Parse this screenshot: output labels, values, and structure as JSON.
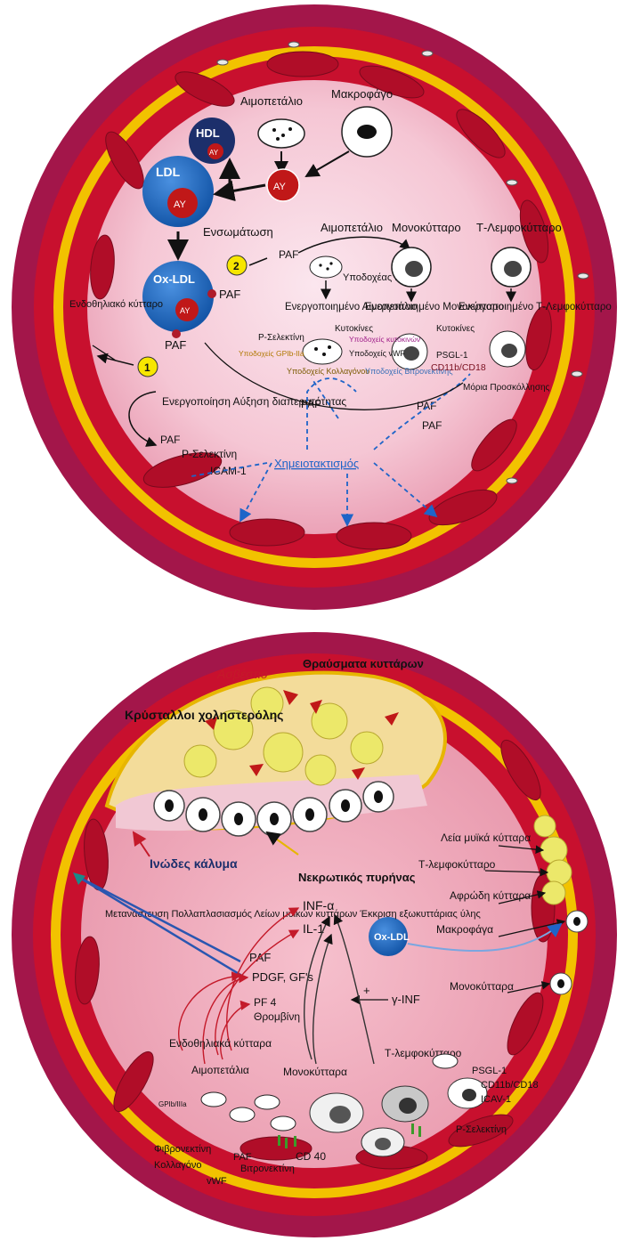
{
  "top": {
    "labels": {
      "platelet": "Αιμοπετάλιο",
      "macrophage": "Μακροφάγο",
      "hdl": "HDL",
      "ldl": "LDL",
      "ay": "ΑΥ",
      "incorporation": "Ενσωμάτωση",
      "ox_ldl": "Ox-LDL",
      "paf": "PAF",
      "endothelial_cell": "Ενδοθηλιακό κύτταρο",
      "num1": "1",
      "num2": "2",
      "platelet2": "Αιμοπετάλιο",
      "monocyte": "Μονοκύτταρο",
      "t_lymph": "Τ-Λεμφοκύτταρο",
      "paf_receptor": "Υποδοχέας PAF",
      "act_platelet": "Ενεργοποιημένο Αιμοπετάλιο",
      "act_monocyte": "Ενεργοποιημένο Μονοκύτταρο",
      "act_tlymph": "Ενεργοποιημένο Τ-Λεμφοκύτταρο",
      "p_selectin": "P-Σελεκτίνη",
      "cytokines": "Κυτοκίνες",
      "cytokine_receptors": "Υποδοχείς κυτοκινών",
      "gpib_receptors": "Υποδοχείς GPIb-IIa",
      "vwf_receptors": "Υποδοχείς vWF",
      "collagen_receptors": "Υποδοχείς Κολλαγόνου",
      "vitronectin_receptors": "Υποδοχείς Βιτρονεκτίνης",
      "psgl1": "PSGL-1",
      "cd11b": "CD11b/CD18",
      "adhesion": "Μόρια Προσκόλλησης",
      "cytokines2": "Κυτοκίνες",
      "activation": "Ενεργοποίηση Αύξηση διαπερατότητας",
      "p_selectin2": "P-Σελεκτίνη",
      "icam1": "ICAM-1",
      "chemotaxis": "Χημειοτακτισμός"
    }
  },
  "bottom": {
    "labels": {
      "calcium": "Ασβέστιο",
      "cell_debris": "Θραύσματα κυττάρων",
      "chol_crystals": "Κρύσταλλοι χοληστερόλης",
      "fibrous_cap": "Ινώδες κάλυμα",
      "necrotic_core": "Νεκρωτικός πυρήνας",
      "smooth_muscle": "Λεία μυϊκά κύτταρα",
      "t_lymph": "Τ-λεμφοκύτταρο",
      "foam_cells": "Αφρώδη κύτταρα",
      "macrophages": "Μακροφάγα",
      "monocytes": "Μονοκύτταρα",
      "ox_ldl": "Ox-LDL",
      "migration": "Μετανάστευση Πολλαπλασιασμός Λείων μυϊκών κυττάρων Έκκριση εξωκυττάριας ύλης",
      "inf_a": "INF-α",
      "il1": "IL-1",
      "paf": "PAF",
      "pdgf": "PDGF, GF's",
      "pf4": "PF 4",
      "thrombin": "Θρομβίνη",
      "plus": "+",
      "gamma_inf": "γ-INF",
      "endothelial": "Ενδοθηλιακά κύτταρα",
      "platelets": "Αιμοπετάλια",
      "monocytes2": "Μονοκύτταρα",
      "t_lymph2": "Τ-λεμφοκύτταρο",
      "psgl1": "PSGL-1",
      "cd11b": "CD11b/CD18",
      "icam1": "ICAV-1",
      "p_selectin": "P-Σελεκτίνη",
      "gpib": "GPIb/IIIa",
      "fibronectin": "Φιβρονεκτίνη",
      "collagen": "Κολλαγόνο",
      "paf2": "PAF",
      "vitronectin": "Βιτρονεκτίνη",
      "vwf": "vWF",
      "cd40": "CD 40"
    }
  },
  "colors": {
    "outer_ring": "#a3164a",
    "vessel_wall": "#c8102e",
    "yellow_band": "#f2c200",
    "lumen": "#f7c9d6",
    "ldl_blue": "#1a66b8",
    "hdl_navy": "#1c2f6b",
    "ay_red": "#c01818",
    "chemotaxis_blue": "#1e64c8",
    "plaque_yellow": "#ece86a"
  }
}
